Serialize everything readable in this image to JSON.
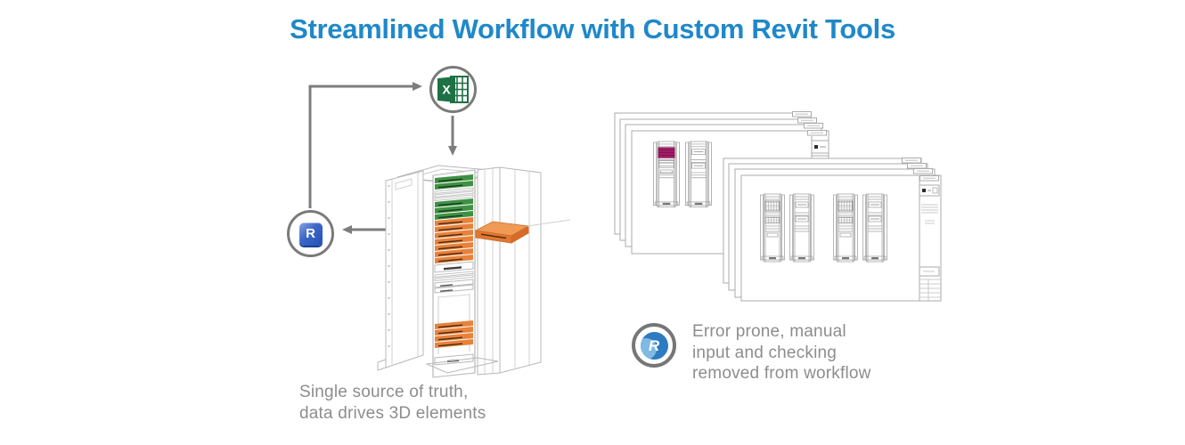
{
  "title": "Streamlined Workflow with Custom Revit Tools",
  "icons": {
    "excel": {
      "name": "excel-icon",
      "letter": "X"
    },
    "revit": {
      "name": "revit-icon",
      "letter": "R"
    },
    "revu": {
      "name": "bluebeam-revu-icon",
      "letter": "R"
    }
  },
  "captions": {
    "left": {
      "line1": "Single source of truth,",
      "line2": "data drives 3D elements"
    },
    "right": {
      "line1": "Error prone, manual",
      "line2": "input and checking",
      "line3": "removed from workflow"
    }
  },
  "colors": {
    "title_blue": "#1f88c9",
    "arrow_gray": "#7d7d7d",
    "caption_gray": "#8d8d8d",
    "excel_green": "#1e7145",
    "revit_blue": "#2f5bbd",
    "revu_blue": "#2d7bc2",
    "unit_green": "#3e9144",
    "unit_orange": "#e8813a",
    "highlight_magenta": "#a31c67",
    "drawing_line": "#ababab"
  }
}
